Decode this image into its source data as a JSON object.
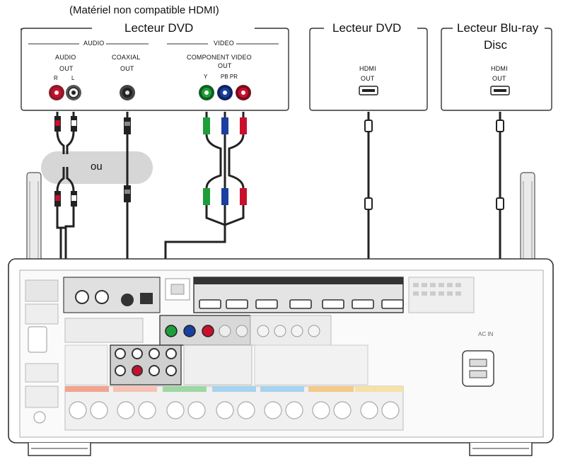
{
  "header": {
    "note": "(Matériel non compatible HDMI)",
    "device1_title": "Lecteur DVD"
  },
  "device1": {
    "audio_group": "AUDIO",
    "video_group": "VIDEO",
    "audio_out": "AUDIO",
    "audio_out2": "OUT",
    "r": "R",
    "l": "L",
    "coaxial": "COAXIAL",
    "coaxial_out": "OUT",
    "component": "COMPONENT VIDEO",
    "component_out": "OUT",
    "y": "Y",
    "pbpr": "PB PR"
  },
  "device2": {
    "title": "Lecteur DVD",
    "hdmi": "HDMI",
    "out": "OUT"
  },
  "device3": {
    "title": "Lecteur Blu-ray",
    "title2": "Disc",
    "hdmi": "HDMI",
    "out": "OUT"
  },
  "middle": {
    "or_label": "ou"
  },
  "receiver": {
    "ac_in": "AC IN"
  },
  "colors": {
    "red": "#c8102e",
    "green": "#1e9e3a",
    "blue": "#1b3fa0",
    "gray_panel": "#d9d9d9",
    "receiver_fill": "#f4f4f4"
  }
}
